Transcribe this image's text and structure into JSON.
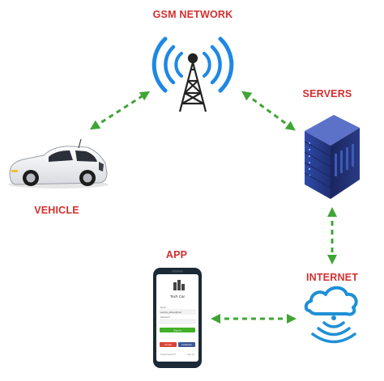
{
  "labels": {
    "gsm": "GSM NETWORK",
    "servers": "SERVERS",
    "vehicle": "VEHICLE",
    "app": "APP",
    "internet": "INTERNET"
  },
  "app_screen": {
    "brand": "Tech Car",
    "field1_label": "Email",
    "field1_value": "example_address@mail",
    "field2_label": "Password",
    "button": "Sign in",
    "google_btn": "Google",
    "facebook_btn": "Facebook",
    "forgot": "Forgot password?",
    "signup": "Sign Up"
  },
  "colors": {
    "label": "#d32f2f",
    "arrow": "#3fa535",
    "signal": "#1e88e5",
    "tower": "#222222",
    "server": "#2a3f8f",
    "cloud": "#1e90d6"
  },
  "icons": [
    "cell-tower-icon",
    "server-icon",
    "car-icon",
    "smartphone-icon",
    "cloud-signal-icon"
  ]
}
